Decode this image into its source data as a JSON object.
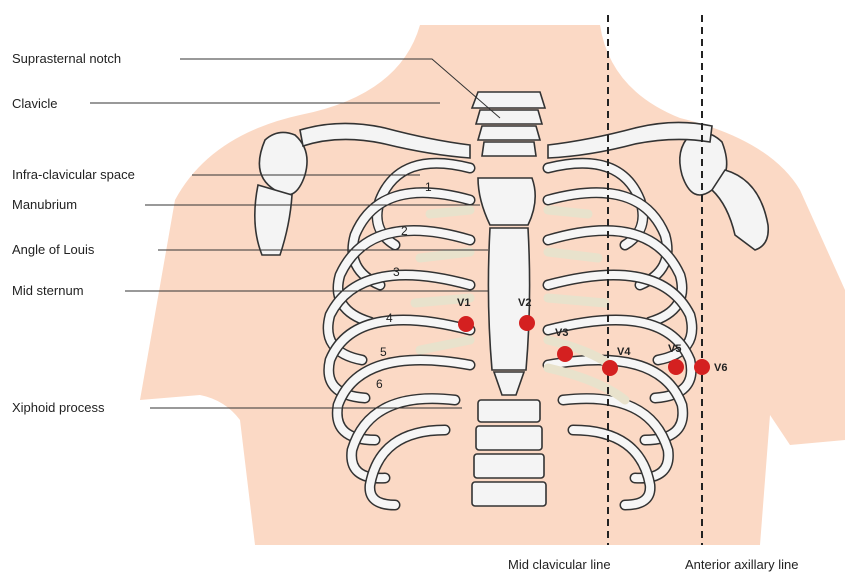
{
  "labels": {
    "suprasternal_notch": "Suprasternal notch",
    "clavicle": "Clavicle",
    "infra_clavicular_space": "Infra-clavicular space",
    "manubrium": "Manubrium",
    "angle_of_louis": "Angle of Louis",
    "mid_sternum": "Mid sternum",
    "xiphoid_process": "Xiphoid process",
    "mid_clavicular_line": "Mid clavicular line",
    "anterior_axillary_line": "Anterior axillary line"
  },
  "rib_numbers": [
    "1",
    "2",
    "3",
    "4",
    "5",
    "6"
  ],
  "electrodes": [
    "V1",
    "V2",
    "V3",
    "V4",
    "V5",
    "V6"
  ],
  "colors": {
    "skin": "#fbd9c5",
    "electrode": "#d42020",
    "bone": "#f4f4f4",
    "cartilage": "#e8e2cc"
  }
}
